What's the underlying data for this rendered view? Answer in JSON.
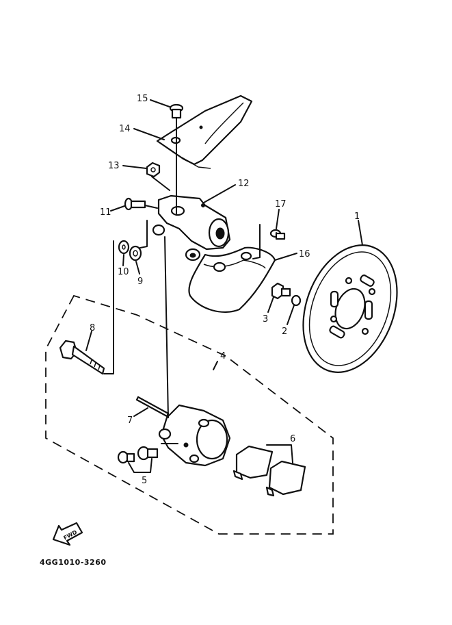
{
  "callouts": [
    {
      "id": "1",
      "label": "1"
    },
    {
      "id": "2",
      "label": "2"
    },
    {
      "id": "3",
      "label": "3"
    },
    {
      "id": "4",
      "label": "4"
    },
    {
      "id": "5",
      "label": "5"
    },
    {
      "id": "6",
      "label": "6"
    },
    {
      "id": "7",
      "label": "7"
    },
    {
      "id": "8",
      "label": "8"
    },
    {
      "id": "9",
      "label": "9"
    },
    {
      "id": "10",
      "label": "10"
    },
    {
      "id": "11",
      "label": "11"
    },
    {
      "id": "12",
      "label": "12"
    },
    {
      "id": "13",
      "label": "13"
    },
    {
      "id": "14",
      "label": "14"
    },
    {
      "id": "15",
      "label": "15"
    },
    {
      "id": "16",
      "label": "16"
    },
    {
      "id": "17",
      "label": "17"
    }
  ],
  "fwd_label": "FWD",
  "diagram_code": "4GG1010-3260"
}
